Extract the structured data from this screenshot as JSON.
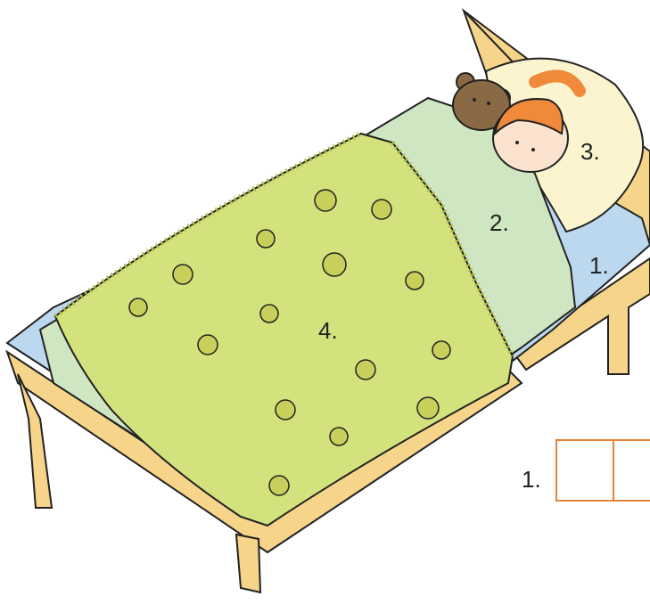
{
  "labels": {
    "sheet": "1.",
    "cover": "2.",
    "pillow": "3.",
    "blanket": "4."
  },
  "answer": {
    "number": "1.",
    "boxes": [
      "",
      ""
    ]
  },
  "colors": {
    "bed_wood": "#f6d48a",
    "sheet_blue": "#bcd8ef",
    "cover_green": "#cfe6c2",
    "blanket_green": "#d3e27c",
    "flower": "#c8cf5a",
    "pillow": "#fbf4cf",
    "hair": "#f08a3a",
    "bear": "#8a6a44",
    "box_border": "#e8833a"
  }
}
